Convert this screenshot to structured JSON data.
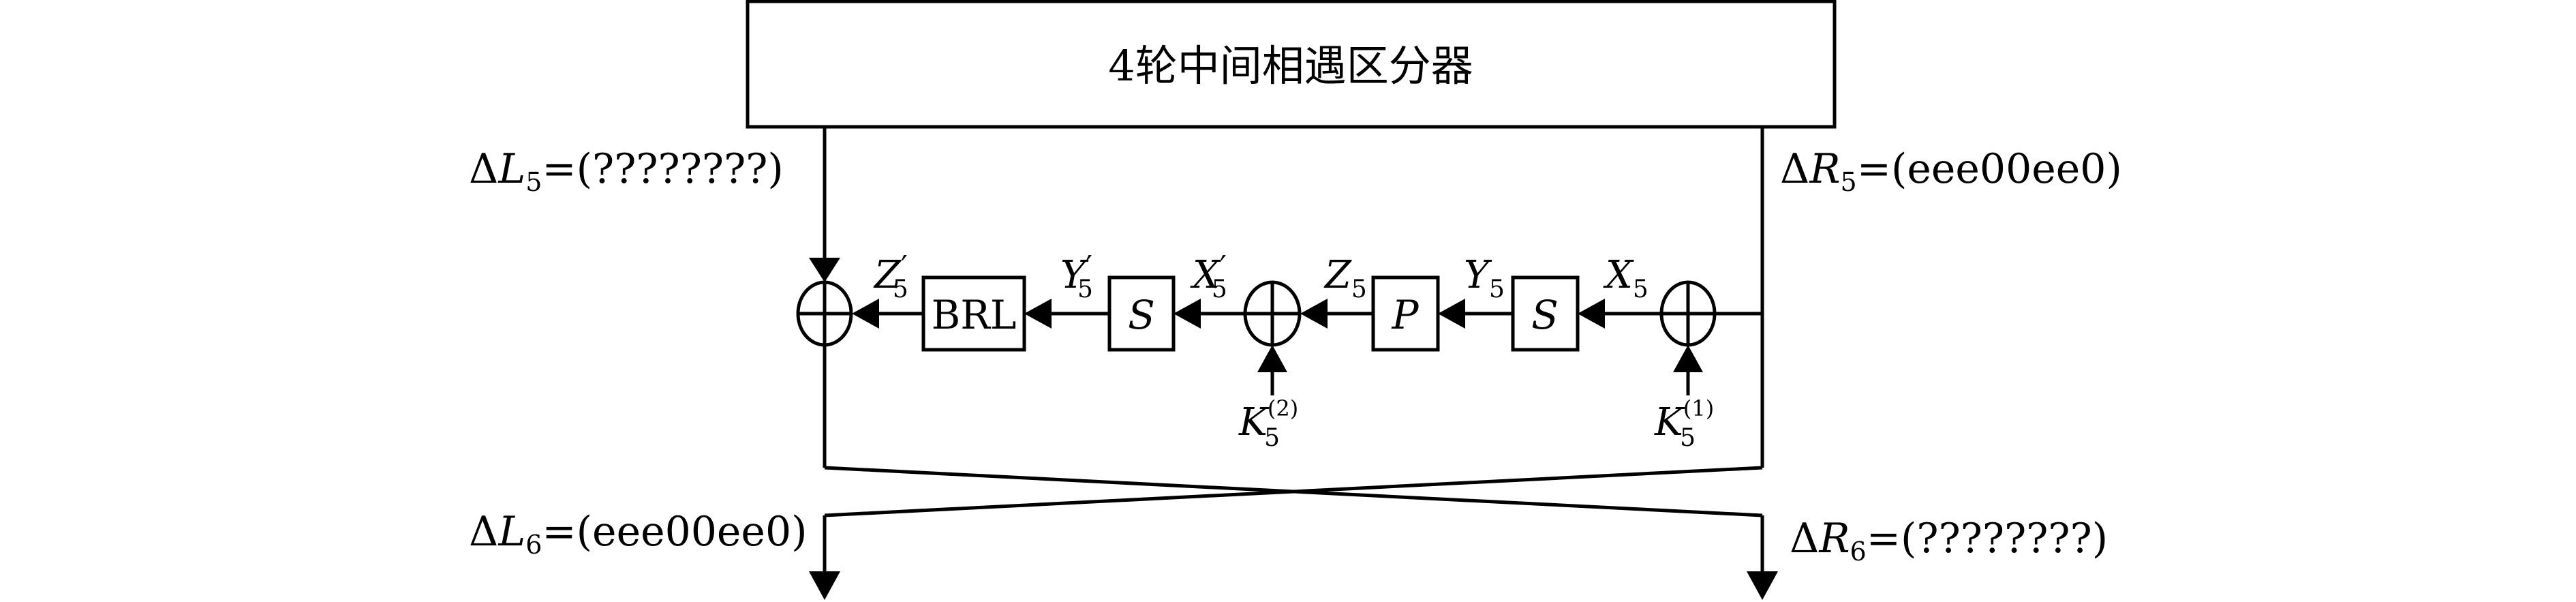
{
  "title": "4轮中间相遇区分器",
  "labels": {
    "dL5": {
      "delta": "Δ",
      "var": "L",
      "sub": "5",
      "val": "=(????????)"
    },
    "dR5": {
      "delta": "Δ",
      "var": "R",
      "sub": "5",
      "val": "=(eee00ee0)"
    },
    "dL6": {
      "delta": "Δ",
      "var": "L",
      "sub": "6",
      "val": "=(eee00ee0)"
    },
    "dR6": {
      "delta": "Δ",
      "var": "R",
      "sub": "6",
      "val": "=(????????)"
    }
  },
  "blocks": {
    "brl": "BRL",
    "s1": "S",
    "p": "P",
    "s2": "S"
  },
  "signals": {
    "z5p": {
      "var": "Z",
      "prime": "′",
      "sub": "5"
    },
    "y5p": {
      "var": "Y",
      "prime": "′",
      "sub": "5"
    },
    "x5p": {
      "var": "X",
      "prime": "′",
      "sub": "5"
    },
    "z5": {
      "var": "Z",
      "sub": "5"
    },
    "y5": {
      "var": "Y",
      "sub": "5"
    },
    "x5": {
      "var": "X",
      "sub": "5"
    }
  },
  "keys": {
    "k2": {
      "var": "K",
      "sub": "5",
      "sup": "(2)"
    },
    "k1": {
      "var": "K",
      "sub": "5",
      "sup": "(1)"
    }
  }
}
